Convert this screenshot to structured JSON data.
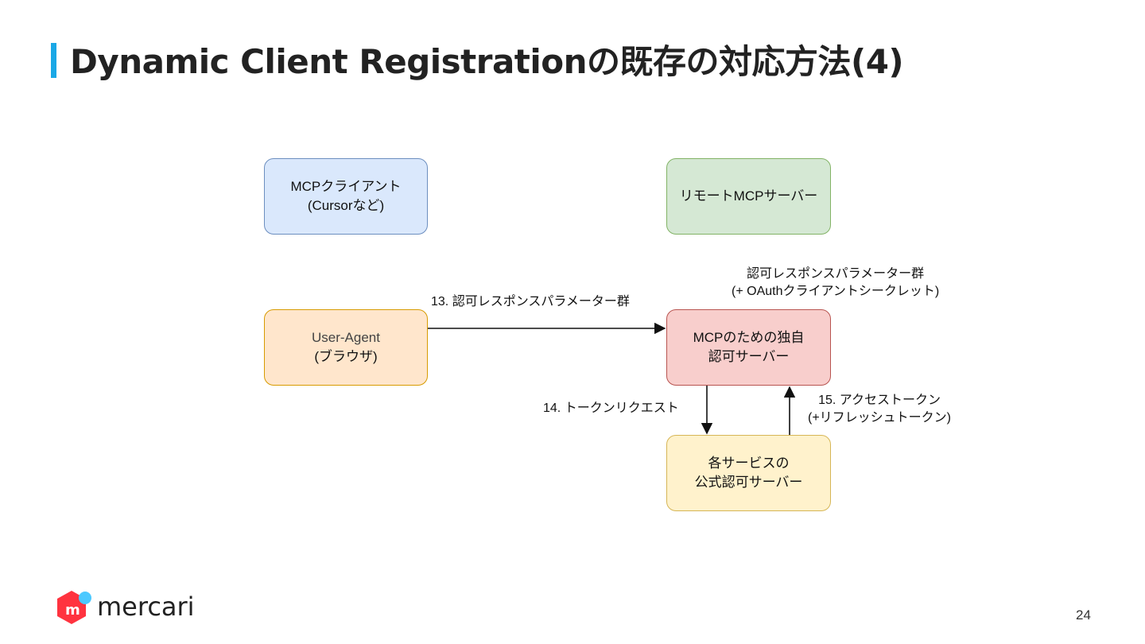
{
  "slide": {
    "title": "Dynamic Client Registrationの既存の対応方法(4)",
    "page_number": "24",
    "brand": "mercari",
    "accent_color": "#1aa8e6"
  },
  "diagram": {
    "nodes": {
      "mcp_client": {
        "line1": "MCPクライアント",
        "line2": "(Cursorなど)"
      },
      "remote_server": {
        "line1": "リモートMCPサーバー"
      },
      "user_agent": {
        "line1": "User-Agent",
        "line2": "(ブラウザ)"
      },
      "mcp_auth_server": {
        "line1": "MCPのための独自",
        "line2": "認可サーバー"
      },
      "service_auth_server": {
        "line1": "各サービスの",
        "line2": "公式認可サーバー"
      }
    },
    "edges": {
      "step13": "13. 認可レスポンスパラメーター群",
      "step14": "14. トークンリクエスト",
      "step15_line1": "15. アクセストークン",
      "step15_line2": "(+リフレッシュトークン)"
    },
    "annotation": {
      "line1": "認可レスポンスパラメーター群",
      "line2": "(+ OAuthクライアントシークレット)"
    }
  }
}
